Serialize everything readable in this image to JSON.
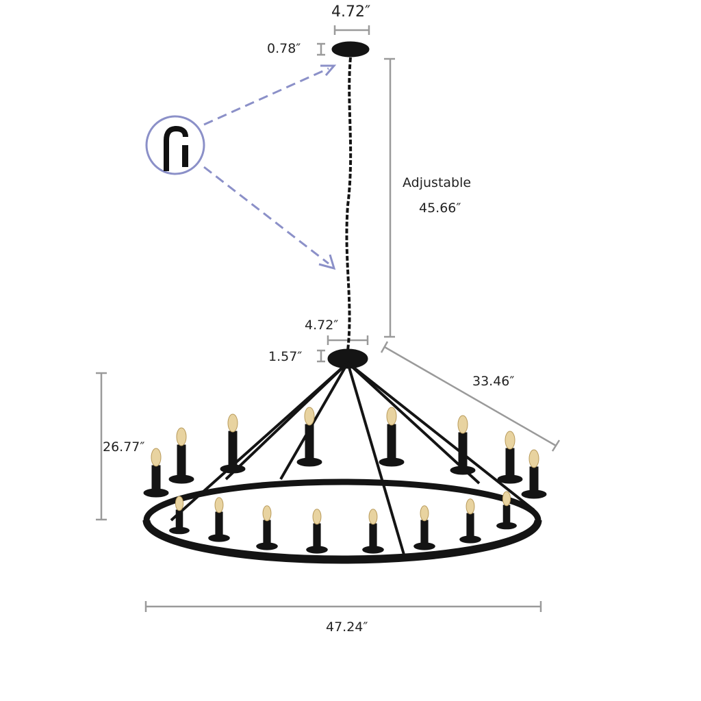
{
  "dimensions": {
    "canopy_width": "4.72″",
    "canopy_height": "0.78″",
    "chain_label": "Adjustable",
    "chain_length": "45.66″",
    "hub_width": "4.72″",
    "hub_height": "1.57″",
    "arm_length": "33.46″",
    "body_height": "26.77″",
    "diameter": "47.24″"
  },
  "colors": {
    "dimension_line": "#9a9a9a",
    "callout": "#8b90c8",
    "fixture": "#141414",
    "bulb": "#e8d3a0"
  }
}
